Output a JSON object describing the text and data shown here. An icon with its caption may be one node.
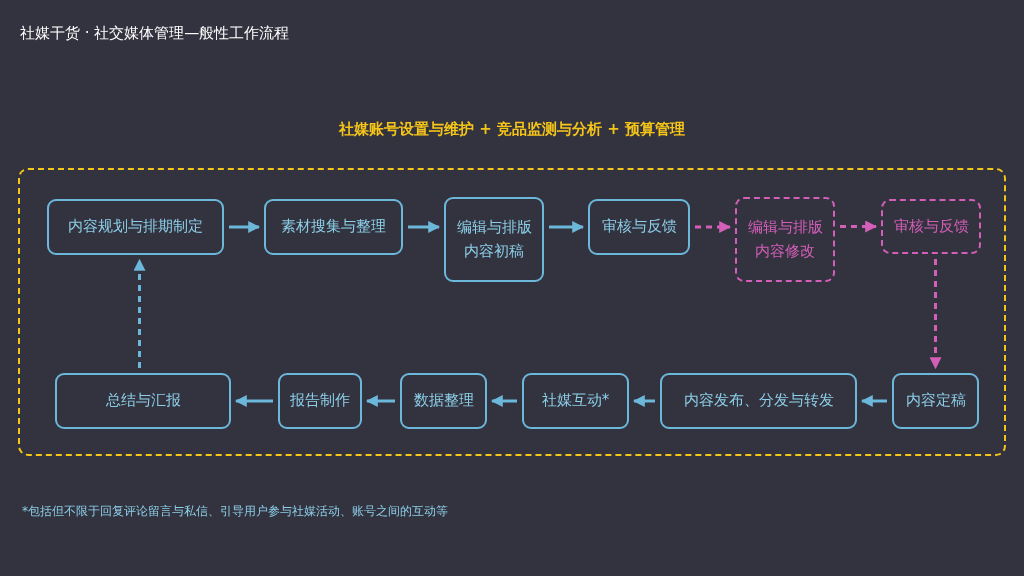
{
  "diagram": {
    "title": "社媒干货 · 社交媒体管理—般性工作流程",
    "nodes": [
      {
        "text": [
          "社媒账号设置与维护 + 竞品监测与分析 + 预算管理"
        ]
      },
      {
        "text": [
          "内容规划与排期制定"
        ],
        "in": 0
      },
      {
        "text": [
          "素材搜集与整理"
        ],
        "in": 0
      },
      {
        "text": [
          "编辑与排版内容初稿"
        ],
        "in": 0
      },
      {
        "text": [
          "审核与反馈"
        ],
        "in": 0
      },
      {
        "text": [
          "编辑与排版内容修改"
        ],
        "in": 0
      },
      {
        "text": [
          "审核与反馈"
        ],
        "in": 0
      },
      {
        "text": [
          "内容定稿"
        ],
        "in": 0
      },
      {
        "text": [
          "内容发布、分发与转发"
        ],
        "in": 0
      },
      {
        "text": [
          "社媒互动*"
        ],
        "in": 0
      },
      {
        "text": [
          "数据整理"
        ],
        "in": 0
      },
      {
        "text": [
          "报告制作"
        ],
        "in": 0
      },
      {
        "text": [
          "总结与汇报"
        ],
        "in": 0
      }
    ],
    "edges": [
      {
        "from": 1,
        "to": 2,
        "arrow": "to"
      },
      {
        "from": 2,
        "to": 3,
        "arrow": "to"
      },
      {
        "from": 3,
        "to": 4,
        "arrow": "to"
      },
      {
        "from": 4,
        "to": 5,
        "arrow": "to",
        "style": "dashed",
        "color": "#d45fb8"
      },
      {
        "from": 5,
        "to": 6,
        "arrow": "to",
        "style": "dashed",
        "color": "#d45fb8"
      },
      {
        "from": 6,
        "to": 7,
        "arrow": "to",
        "style": "dashed",
        "color": "#d45fb8"
      },
      {
        "from": 7,
        "to": 8,
        "arrow": "to"
      },
      {
        "from": 8,
        "to": 9,
        "arrow": "to"
      },
      {
        "from": 9,
        "to": 10,
        "arrow": "to"
      },
      {
        "from": 10,
        "to": 11,
        "arrow": "to"
      },
      {
        "from": 11,
        "to": 12,
        "arrow": "to"
      },
      {
        "from": 12,
        "to": 1,
        "arrow": "to",
        "style": "dashed"
      }
    ],
    "labels": [
      "*包括但不限于回复评论留言与私信、引导用户参与社媒活动、账号之间的互动等"
    ]
  }
}
